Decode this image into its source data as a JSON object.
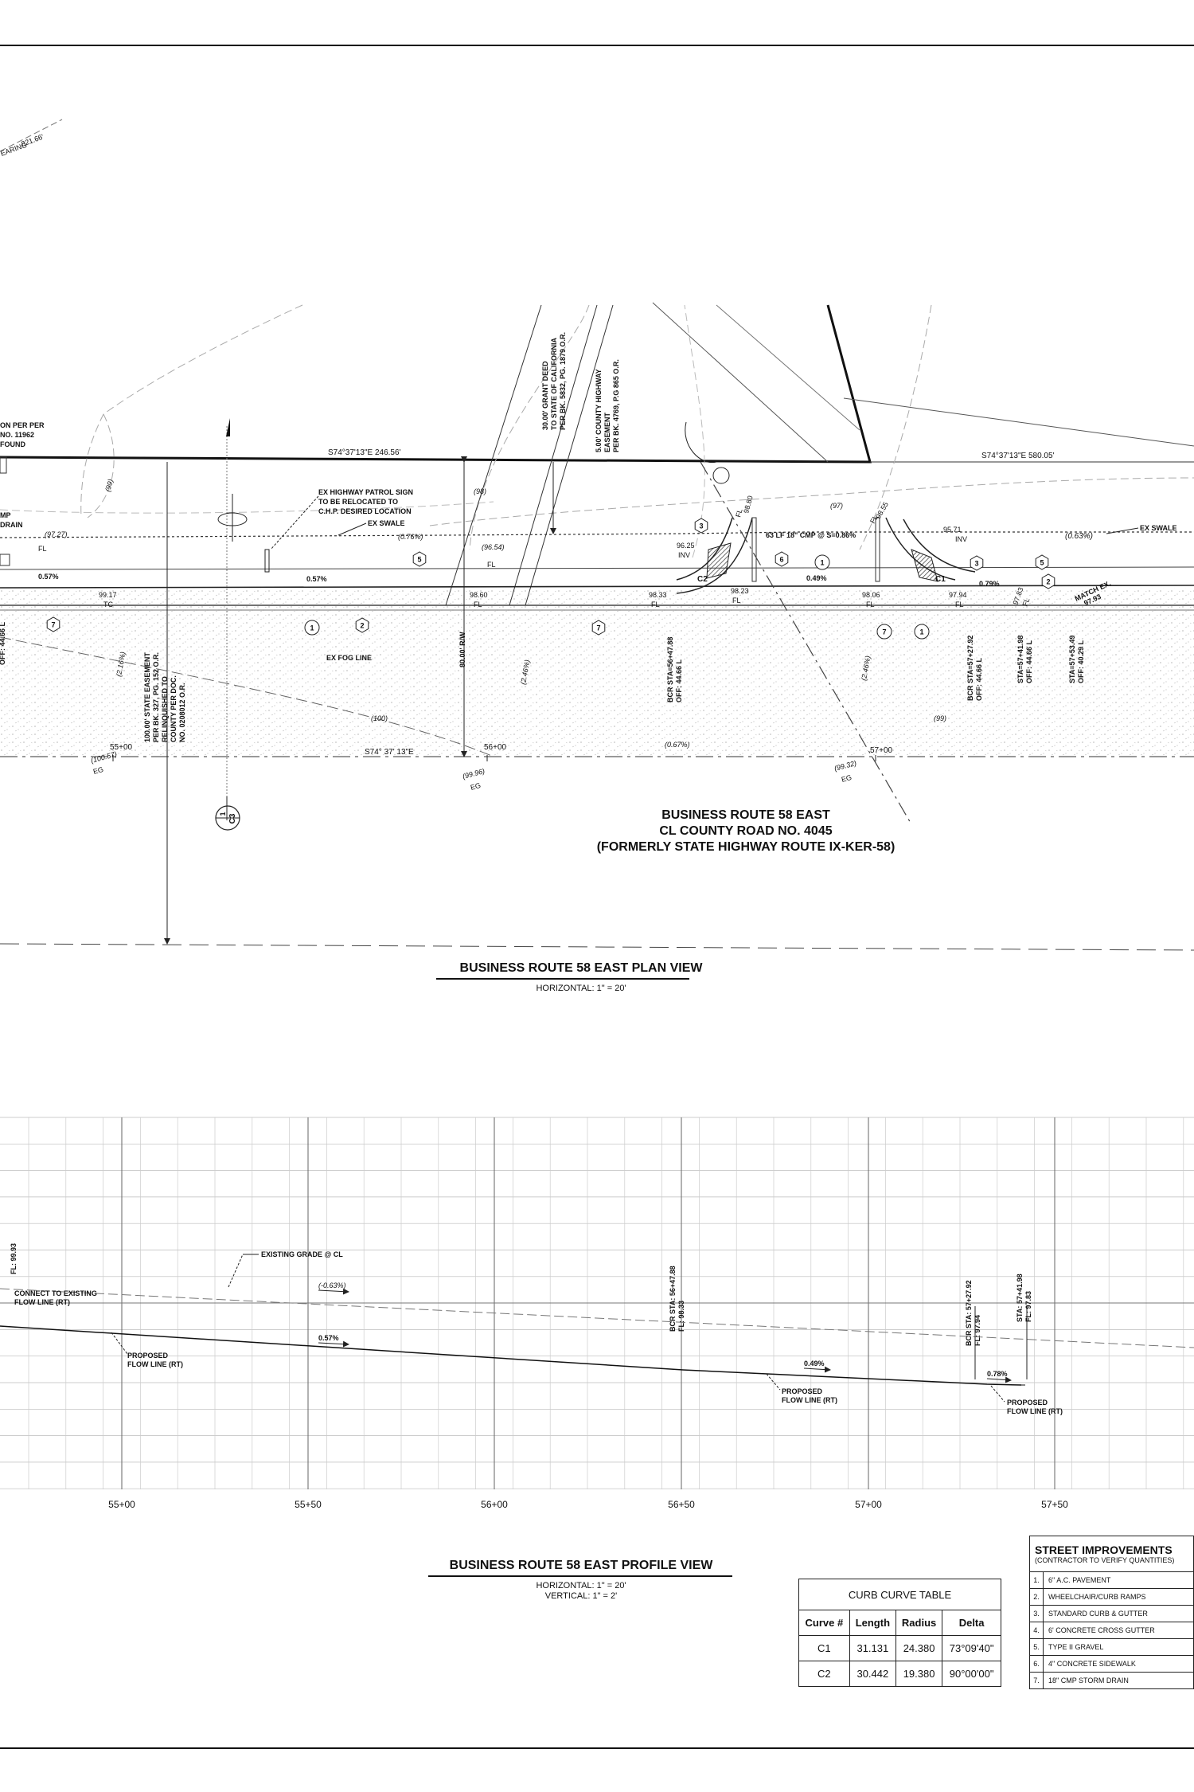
{
  "plan_view": {
    "title": "BUSINESS ROUTE 58 EAST PLAN VIEW",
    "scale": "HORIZONTAL: 1\" = 20'",
    "road_label": [
      "BUSINESS ROUTE 58 EAST",
      "CL COUNTY ROAD NO. 4045",
      "(FORMERLY STATE HIGHWAY ROUTE IX-KER-58)"
    ],
    "bearings": {
      "b1": "S74°37'13\"E  246.56'",
      "b2": "S74°37'13\"E  580.05'",
      "b3": "S74° 37' 13\"E",
      "top_dist": "821.66'",
      "top_bear": "EARING"
    },
    "left_note": [
      "ON PER PER",
      "NO. 11962",
      "FOUND"
    ],
    "left_note2": [
      "MP",
      "DRAIN"
    ],
    "notes": {
      "grant_deed": [
        "30.00' GRANT DEED",
        "TO STATE OF CALIFORNIA",
        "PER BK. 5832, PG. 1879 O.R."
      ],
      "county_easement": [
        "5.00' COUNTY HIGHWAY",
        "EASEMENT",
        "PER BK. 4769, P.G 865 O.R."
      ],
      "patrol_sign": [
        "EX HIGHWAY PATROL SIGN",
        "TO BE RELOCATED TO",
        "C.H.P. DESIRED LOCATION"
      ],
      "ex_swale": "EX SWALE",
      "ex_swale_right": "EX SWALE",
      "fog_line": "EX FOG LINE",
      "state_easement": [
        "100.00' STATE EASEMENT",
        "PER BK. 327, PG. 152 O.R.",
        "RELINQUISHED TO",
        "COUNTY PER DOC.",
        "NO. 0208012 O.R."
      ],
      "row": "80.00' R/W",
      "cmp": "63 LF 18\" CMP @ S=0.86%",
      "match": [
        "MATCH EX.",
        "97.93"
      ]
    },
    "bcr1": [
      "BCR STA=56+47.88",
      "OFF: 44.66 L"
    ],
    "bcr2": [
      "BCR STA=57+27.92",
      "OFF: 44.66 L"
    ],
    "sta3": [
      "STA=57+41.98",
      "OFF: 44.66 L"
    ],
    "sta4": [
      "STA=57+53.49",
      "OFF: 40.29 L"
    ],
    "off_left": "OFF: 44.66 L",
    "elevations": {
      "e9727": "(97.27)",
      "fl1": "FL",
      "e9917": "99.17",
      "tc": "TC",
      "e9860": "98.60",
      "fl2": "FL",
      "e9654": "(96.54)",
      "fl3": "FL",
      "e9625": "96.25",
      "inv1": "INV",
      "e9833": "98.33",
      "fl4": "FL",
      "e9823": "98.23",
      "fl5": "FL",
      "e9880": "98.80",
      "fl6": "FL",
      "e9806": "98.06",
      "fl7": "FL",
      "e9855": "98.55",
      "fl8": "FL",
      "e9571": "95.71",
      "inv2": "INV",
      "e9794": "97.94",
      "fl9": "FL",
      "e9783": "97.83",
      "fl10": "FL",
      "e98": "(98)",
      "e97": "(97)",
      "e99a": "(99)",
      "e99b": "(99)",
      "e100": "(100)",
      "e10057": "(100.57)",
      "eg1": "EG",
      "e9996": "(99.96)",
      "eg2": "EG",
      "e9932": "(99.32)",
      "eg3": "EG"
    },
    "grades": {
      "g1": "0.57%",
      "g2": "0.57%",
      "g3": "(0.76%)",
      "g4": "0.49%",
      "g5": "0.79%",
      "g6": "(0.63%)",
      "g7": "(2.16%)",
      "g8": "(2.46%)",
      "g9": "(0.67%)",
      "g10": "(2.46%)"
    },
    "stations": {
      "s1": "55+00",
      "s2": "56+00",
      "s3": "57+00"
    },
    "curves": {
      "c1": "C1",
      "c2": "C2"
    },
    "callouts": [
      "7",
      "1",
      "2",
      "7",
      "5",
      "3",
      "6",
      "1",
      "3",
      "5",
      "2",
      "7",
      "1"
    ],
    "section_mark": {
      "num": "1",
      "sheet": "C3"
    }
  },
  "profile_view": {
    "title": "BUSINESS ROUTE 58 EAST PROFILE VIEW",
    "scale_h": "HORIZONTAL:  1\" = 20'",
    "scale_v": "VERTICAL:  1\" = 2'",
    "stations": [
      "55+00",
      "55+50",
      "56+00",
      "56+50",
      "57+00",
      "57+50"
    ],
    "labels": {
      "existing": "EXISTING GRADE @ CL",
      "connect": [
        "CONNECT TO EXISTING",
        "FLOW LINE (RT)"
      ],
      "proposed1": [
        "PROPOSED",
        "FLOW LINE (RT)"
      ],
      "proposed2": [
        "PROPOSED",
        "FLOW LINE (RT)"
      ],
      "proposed3": [
        "PROPOSED",
        "FLOW LINE (RT)"
      ],
      "left_cut": [
        "FL: 99.93",
        ""
      ],
      "bcr1": [
        "BCR STA: 56+47.88",
        "FL: 98.33"
      ],
      "bcr2": [
        "BCR STA: 57+27.92",
        "FL: 97.94"
      ],
      "sta3": [
        "STA: 57+41.98",
        "FL: 97.83"
      ]
    },
    "grades": {
      "g1": "(-0.63%)",
      "g2": "0.57%",
      "g3": "0.49%",
      "g4": "0.78%"
    }
  },
  "curb_curve_table": {
    "title": "CURB CURVE TABLE",
    "headers": [
      "Curve #",
      "Length",
      "Radius",
      "Delta"
    ],
    "rows": [
      [
        "C1",
        "31.131",
        "24.380",
        "73°09'40\""
      ],
      [
        "C2",
        "30.442",
        "19.380",
        "90°00'00\""
      ]
    ]
  },
  "street_improvements": {
    "title": "STREET IMPROVEMENTS",
    "subtitle": "(CONTRACTOR TO VERIFY QUANTITIES)",
    "items": [
      [
        "1.",
        "6\" A.C. PAVEMENT"
      ],
      [
        "2.",
        "WHEELCHAIR/CURB RAMPS"
      ],
      [
        "3.",
        "STANDARD CURB & GUTTER"
      ],
      [
        "4.",
        "6' CONCRETE CROSS GUTTER"
      ],
      [
        "5.",
        "TYPE II GRAVEL"
      ],
      [
        "6.",
        "4\" CONCRETE SIDEWALK"
      ],
      [
        "7.",
        "18\" CMP STORM DRAIN"
      ]
    ]
  }
}
